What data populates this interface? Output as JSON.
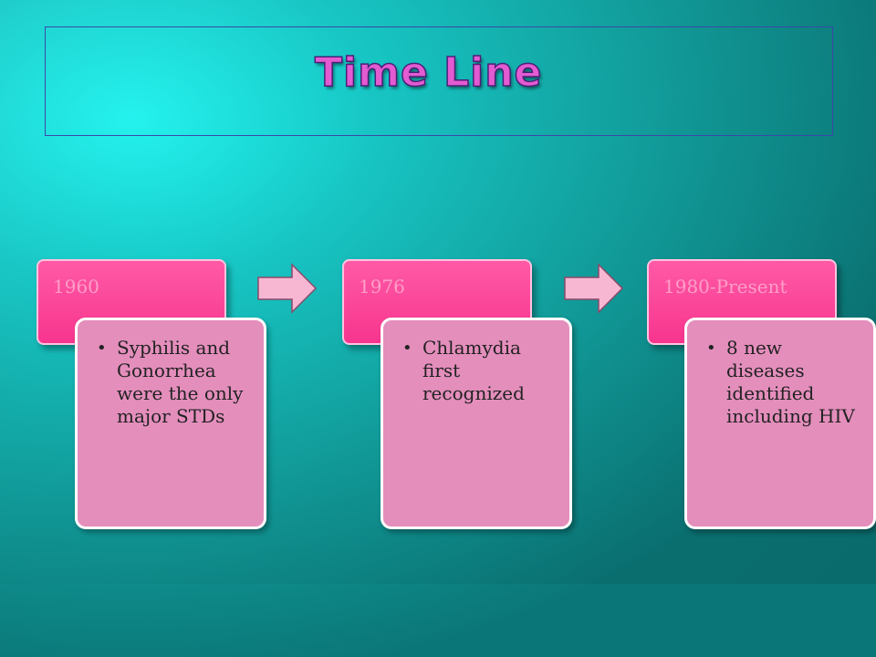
{
  "title": "Time Line",
  "colors": {
    "background": "#17c6c4",
    "header_fill": "#f7358e",
    "header_text": "#ff9ec8",
    "content_fill": "#e48ebc",
    "arrow_fill": "#f7b7d3",
    "title_fill": "#e35bd0"
  },
  "timeline": [
    {
      "period": "1960",
      "bullets": [
        "Syphilis and Gonorrhea were the only major STDs"
      ]
    },
    {
      "period": "1976",
      "bullets": [
        "Chlamydia first recognized"
      ]
    },
    {
      "period": "1980-Present",
      "bullets": [
        "8 new diseases identified including HIV"
      ]
    }
  ],
  "connectors": [
    {
      "icon": "right-arrow-icon"
    },
    {
      "icon": "right-arrow-icon"
    }
  ]
}
